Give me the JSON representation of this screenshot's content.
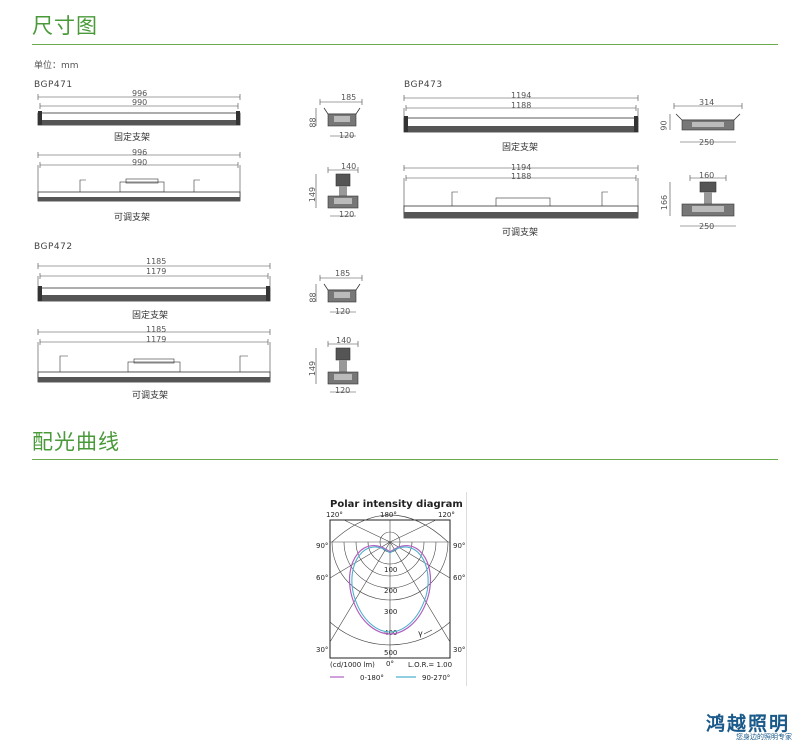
{
  "sections": {
    "dimensions_title": "尺寸图",
    "photometry_title": "配光曲线"
  },
  "unit_label": "单位：mm",
  "models": [
    {
      "name": "BGP471",
      "fixed": {
        "outer": "996",
        "inner": "990",
        "caption": "固定支架"
      },
      "adjustable": {
        "outer": "996",
        "inner": "990",
        "caption": "可调支架"
      },
      "side_fixed": {
        "top": "185",
        "height": "88",
        "bottom": "120"
      },
      "side_adjustable": {
        "top": "140",
        "height": "149",
        "bottom": "120"
      }
    },
    {
      "name": "BGP472",
      "fixed": {
        "outer": "1185",
        "inner": "1179",
        "caption": "固定支架"
      },
      "adjustable": {
        "outer": "1185",
        "inner": "1179",
        "caption": "可调支架"
      },
      "side_fixed": {
        "top": "185",
        "height": "88",
        "bottom": "120"
      },
      "side_adjustable": {
        "top": "140",
        "height": "149",
        "bottom": "120"
      }
    },
    {
      "name": "BGP473",
      "fixed": {
        "outer": "1194",
        "inner": "1188",
        "caption": "固定支架"
      },
      "adjustable": {
        "outer": "1194",
        "inner": "1188",
        "caption": "可调支架"
      },
      "side_fixed": {
        "top": "314",
        "height": "90",
        "bottom": "250"
      },
      "side_adjustable": {
        "top": "160",
        "height": "166",
        "bottom": "250"
      }
    }
  ],
  "polar": {
    "title": "Polar intensity diagram",
    "top_angles": [
      "120°",
      "180°",
      "120°"
    ],
    "left_angles": [
      "90°",
      "60°",
      "30°"
    ],
    "right_angles": [
      "90°",
      "60°",
      "30°"
    ],
    "rings": [
      "100",
      "200",
      "300",
      "400",
      "500"
    ],
    "gamma": "γ",
    "bottom_angle": "0°",
    "unit": "(cd/1000 lm)",
    "lor": "L.O.R.= 1.00",
    "legend": [
      {
        "label": "0-180°",
        "color": "#b060c0"
      },
      {
        "label": "90-270°",
        "color": "#50b0d0"
      }
    ]
  },
  "brand": {
    "name": "鸿越照明",
    "slogan": "您身边的照明专家",
    "color": "#1a5a8a"
  },
  "colors": {
    "accent": "#4a9a3a"
  }
}
